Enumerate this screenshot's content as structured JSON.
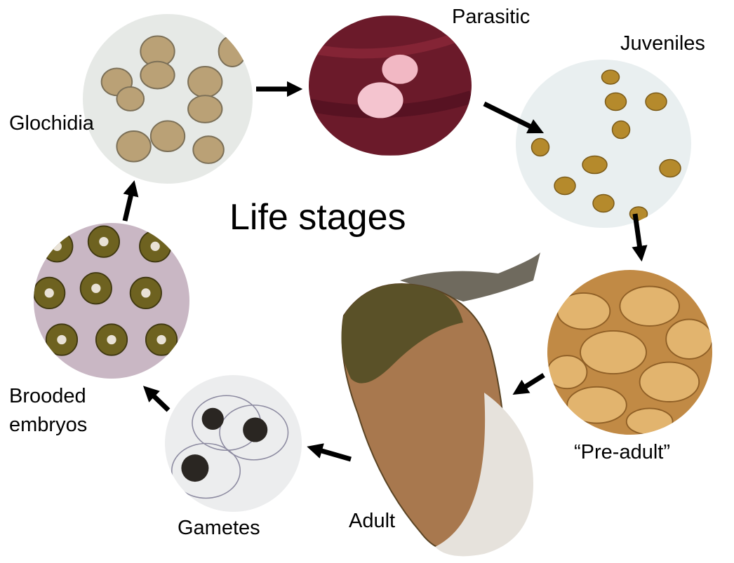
{
  "title": "Life stages",
  "stages": {
    "glochidia": "Glochidia",
    "parasitic": "Parasitic",
    "juveniles": "Juveniles",
    "pre_adult": "“Pre-adult”",
    "adult": "Adult",
    "gametes": "Gametes",
    "brooded_line1": "Brooded",
    "brooded_line2": "embryos"
  },
  "colors": {
    "arrow": "#000000",
    "parasitic_bg": "#6b1a2a",
    "juvenile_bg": "#e9eff0",
    "preadult_shell": "#d9a35a",
    "brooded_bg": "#c9b7c4",
    "shell_dark": "#5a5128",
    "shell_light": "#a8784e"
  }
}
